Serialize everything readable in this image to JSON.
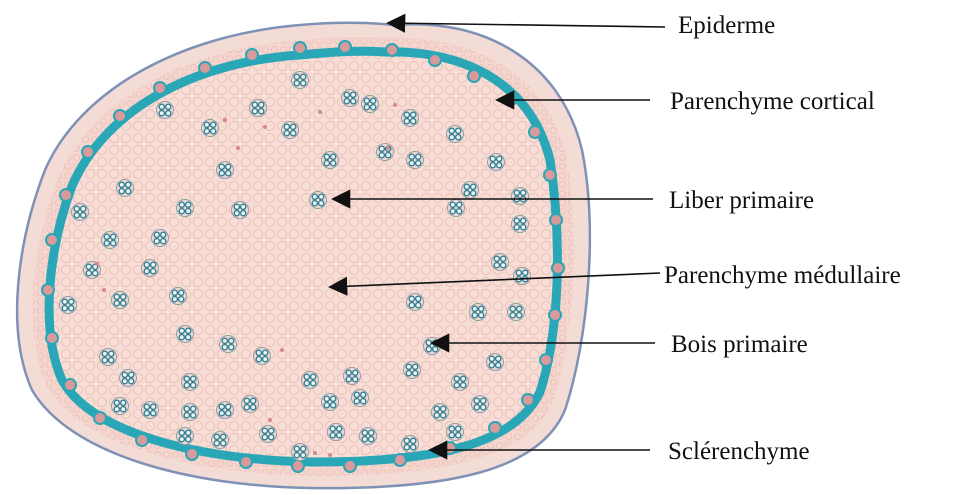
{
  "diagram": {
    "labels": [
      {
        "id": "epiderme",
        "text": "Epiderme"
      },
      {
        "id": "parenchyme-cortical",
        "text": "Parenchyme cortical"
      },
      {
        "id": "liber-primaire",
        "text": "Liber primaire"
      },
      {
        "id": "parenchyme-medullaire",
        "text": "Parenchyme médullaire"
      },
      {
        "id": "bois-primaire",
        "text": "Bois primaire"
      },
      {
        "id": "sclerenchyme",
        "text": "Sclérenchyme"
      }
    ],
    "colors": {
      "background": "#ffffff",
      "epidermis_fill": "#f3dcd6",
      "epidermis_outline": "#7f92b6",
      "cortex_fill": "#f5d6cf",
      "sclerenchyme": "#2aa7b7",
      "medulla_fill": "#f7ddd5",
      "medulla_cells": "#e7b9b0",
      "bundle_cells": "#2f7f92",
      "ink": "#111111"
    }
  }
}
